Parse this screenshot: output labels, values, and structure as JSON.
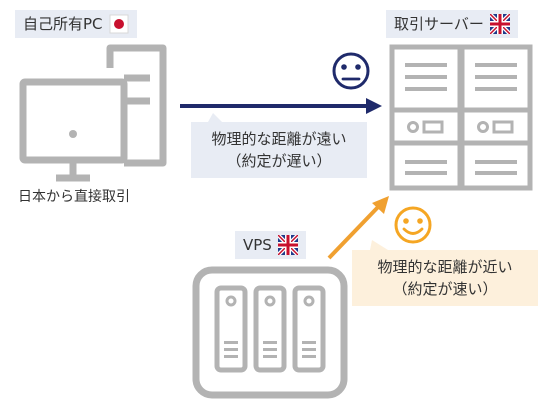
{
  "labels": {
    "own_pc": "自己所有PC",
    "trading_server": "取引サーバー",
    "vps": "VPS",
    "direct_trading": "日本から直接取引"
  },
  "flags": {
    "own_pc": "japan-flag",
    "trading_server": "uk-flag",
    "vps": "uk-flag"
  },
  "callouts": {
    "far": {
      "line1": "物理的な距離が遠い",
      "line2": "（約定が遅い）",
      "background": "#e8ecf4",
      "face": "neutral-face",
      "face_color": "#1f2a6b",
      "arrow_color": "#1f2a6b"
    },
    "near": {
      "line1": "物理的な距離が近い",
      "line2": "（約定が速い）",
      "background": "#fdf0dc",
      "face": "smiling-face",
      "face_color": "#f5a623",
      "arrow_color": "#f0a030"
    }
  },
  "colors": {
    "device_gray": "#b3b3b3",
    "label_bg": "#e8ecf4"
  }
}
